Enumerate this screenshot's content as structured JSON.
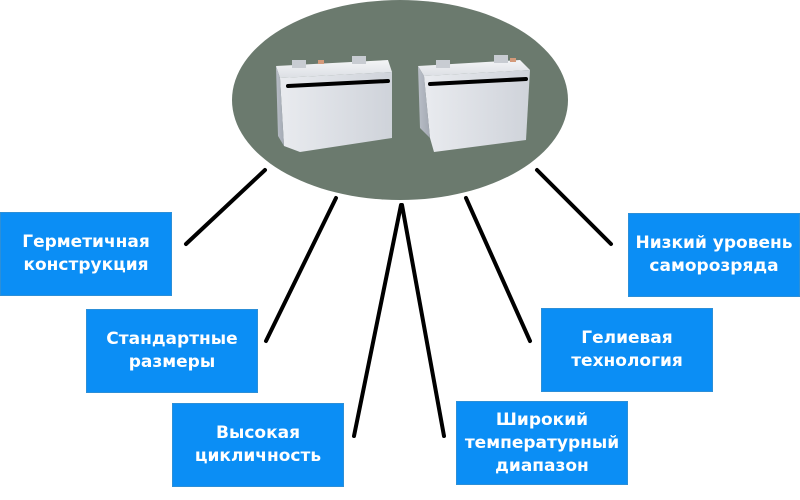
{
  "colors": {
    "box_fill": "#0b8ef5",
    "ellipse_fill": "#6b7a6e",
    "connector": "#000000",
    "text": "#ffffff"
  },
  "center": {
    "items": [
      "battery-left",
      "battery-right"
    ]
  },
  "features": [
    {
      "label": "Герметичная\nконструкция"
    },
    {
      "label": "Стандартные\nразмеры"
    },
    {
      "label": "Высокая\nцикличность"
    },
    {
      "label": "Широкий\nтемпературный\nдиапазон"
    },
    {
      "label": "Гелиевая\nтехнология"
    },
    {
      "label": "Низкий уровень\nсаморозряда"
    }
  ]
}
